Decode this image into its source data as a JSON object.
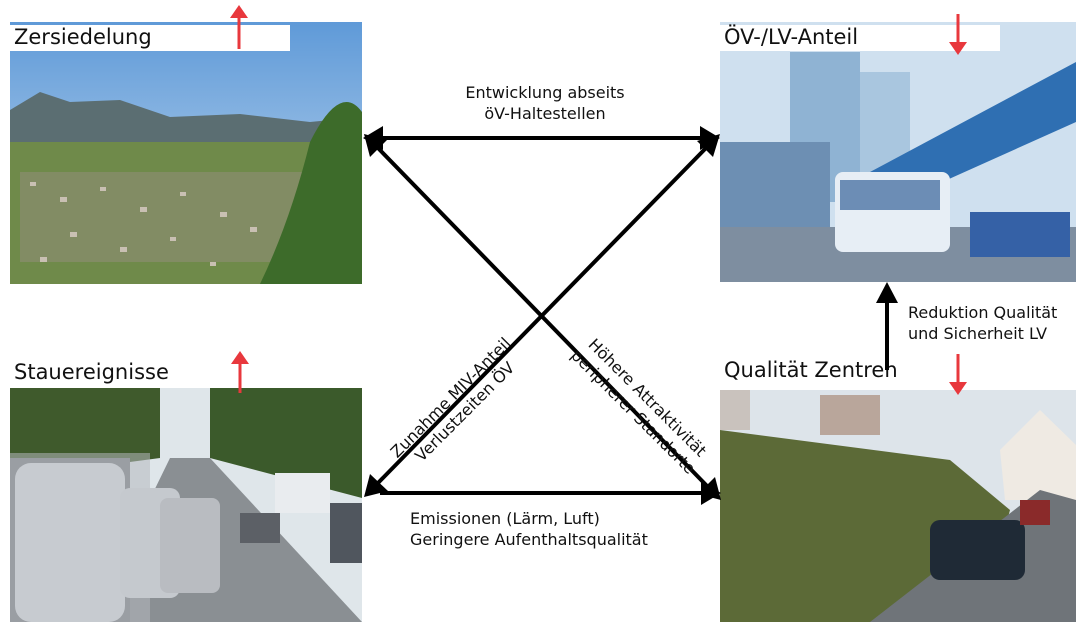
{
  "nodes": {
    "zersiedelung": {
      "title": "Zersiedelung",
      "trend": "up"
    },
    "oev_lv": {
      "title": "ÖV-/LV-Anteil",
      "trend": "down"
    },
    "staus": {
      "title": "Stauereignisse",
      "trend": "up"
    },
    "zentren": {
      "title": "Qualität Zentren",
      "trend": "down"
    }
  },
  "edges": {
    "top": [
      "Entwicklung abseits",
      "öV-Haltestellen"
    ],
    "bottom": [
      "Emissionen (Lärm, Luft)",
      "Geringere Aufenthaltsqualität"
    ],
    "right": [
      "Reduktion Qualität",
      "und Sicherheit LV"
    ],
    "diag_left": [
      "Zunahme MIV-Anteil",
      "Verlustzeiten ÖV"
    ],
    "diag_right": [
      "Höhere Attraktivität",
      "peripherer Standorte"
    ]
  },
  "colors": {
    "trend_arrow": "#e8383d",
    "arrow": "#000000"
  }
}
